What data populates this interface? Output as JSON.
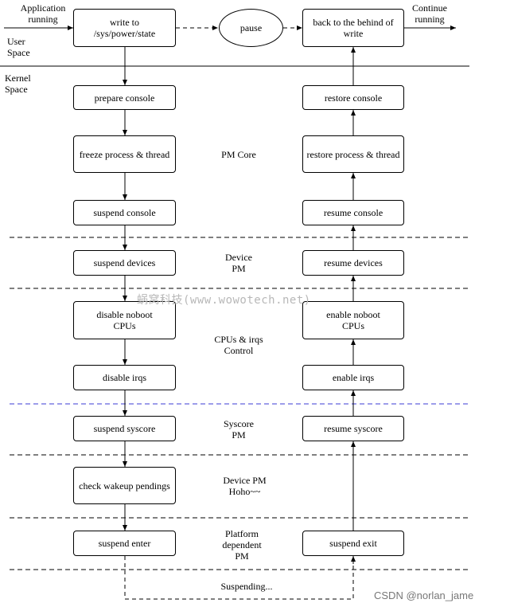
{
  "top": {
    "app_running": "Application\nrunning",
    "continue_running": "Continue\nrunning",
    "user_space": "User\nSpace",
    "kernel_space": "Kernel\nSpace",
    "write_state": "write to\n/sys/power/state",
    "pause": "pause",
    "back_to_write": "back to the behind of\nwrite"
  },
  "left_steps": {
    "prepare_console": "prepare console",
    "freeze": "freeze process & thread",
    "suspend_console": "suspend console",
    "suspend_devices": "suspend devices",
    "disable_noboot": "disable noboot\nCPUs",
    "disable_irqs": "disable irqs",
    "suspend_syscore": "suspend syscore",
    "check_wakeup": "check wakeup pendings",
    "suspend_enter": "suspend enter"
  },
  "right_steps": {
    "restore_console": "restore console",
    "restore_process": "restore process & thread",
    "resume_console": "resume console",
    "resume_devices": "resume devices",
    "enable_noboot": "enable noboot\nCPUs",
    "enable_irqs": "enable irqs",
    "resume_syscore": "resume  syscore",
    "suspend_exit": "suspend exit"
  },
  "sections": {
    "pm_core": "PM Core",
    "device_pm": "Device\nPM",
    "cpus_irqs": "CPUs & irqs\nControl",
    "syscore_pm": "Syscore\nPM",
    "device_pm_hoho": "Device PM\nHoho~~",
    "platform_pm": "Platform\ndependent\nPM",
    "suspending": "Suspending..."
  },
  "watermark": "蜗窝科技(www.wowotech.net)",
  "csdn": "CSDN @norlan_jame",
  "colors": {
    "line": "#000000",
    "syscore_divider": "#3b3bd6",
    "watermark": "#b8b8b8"
  }
}
